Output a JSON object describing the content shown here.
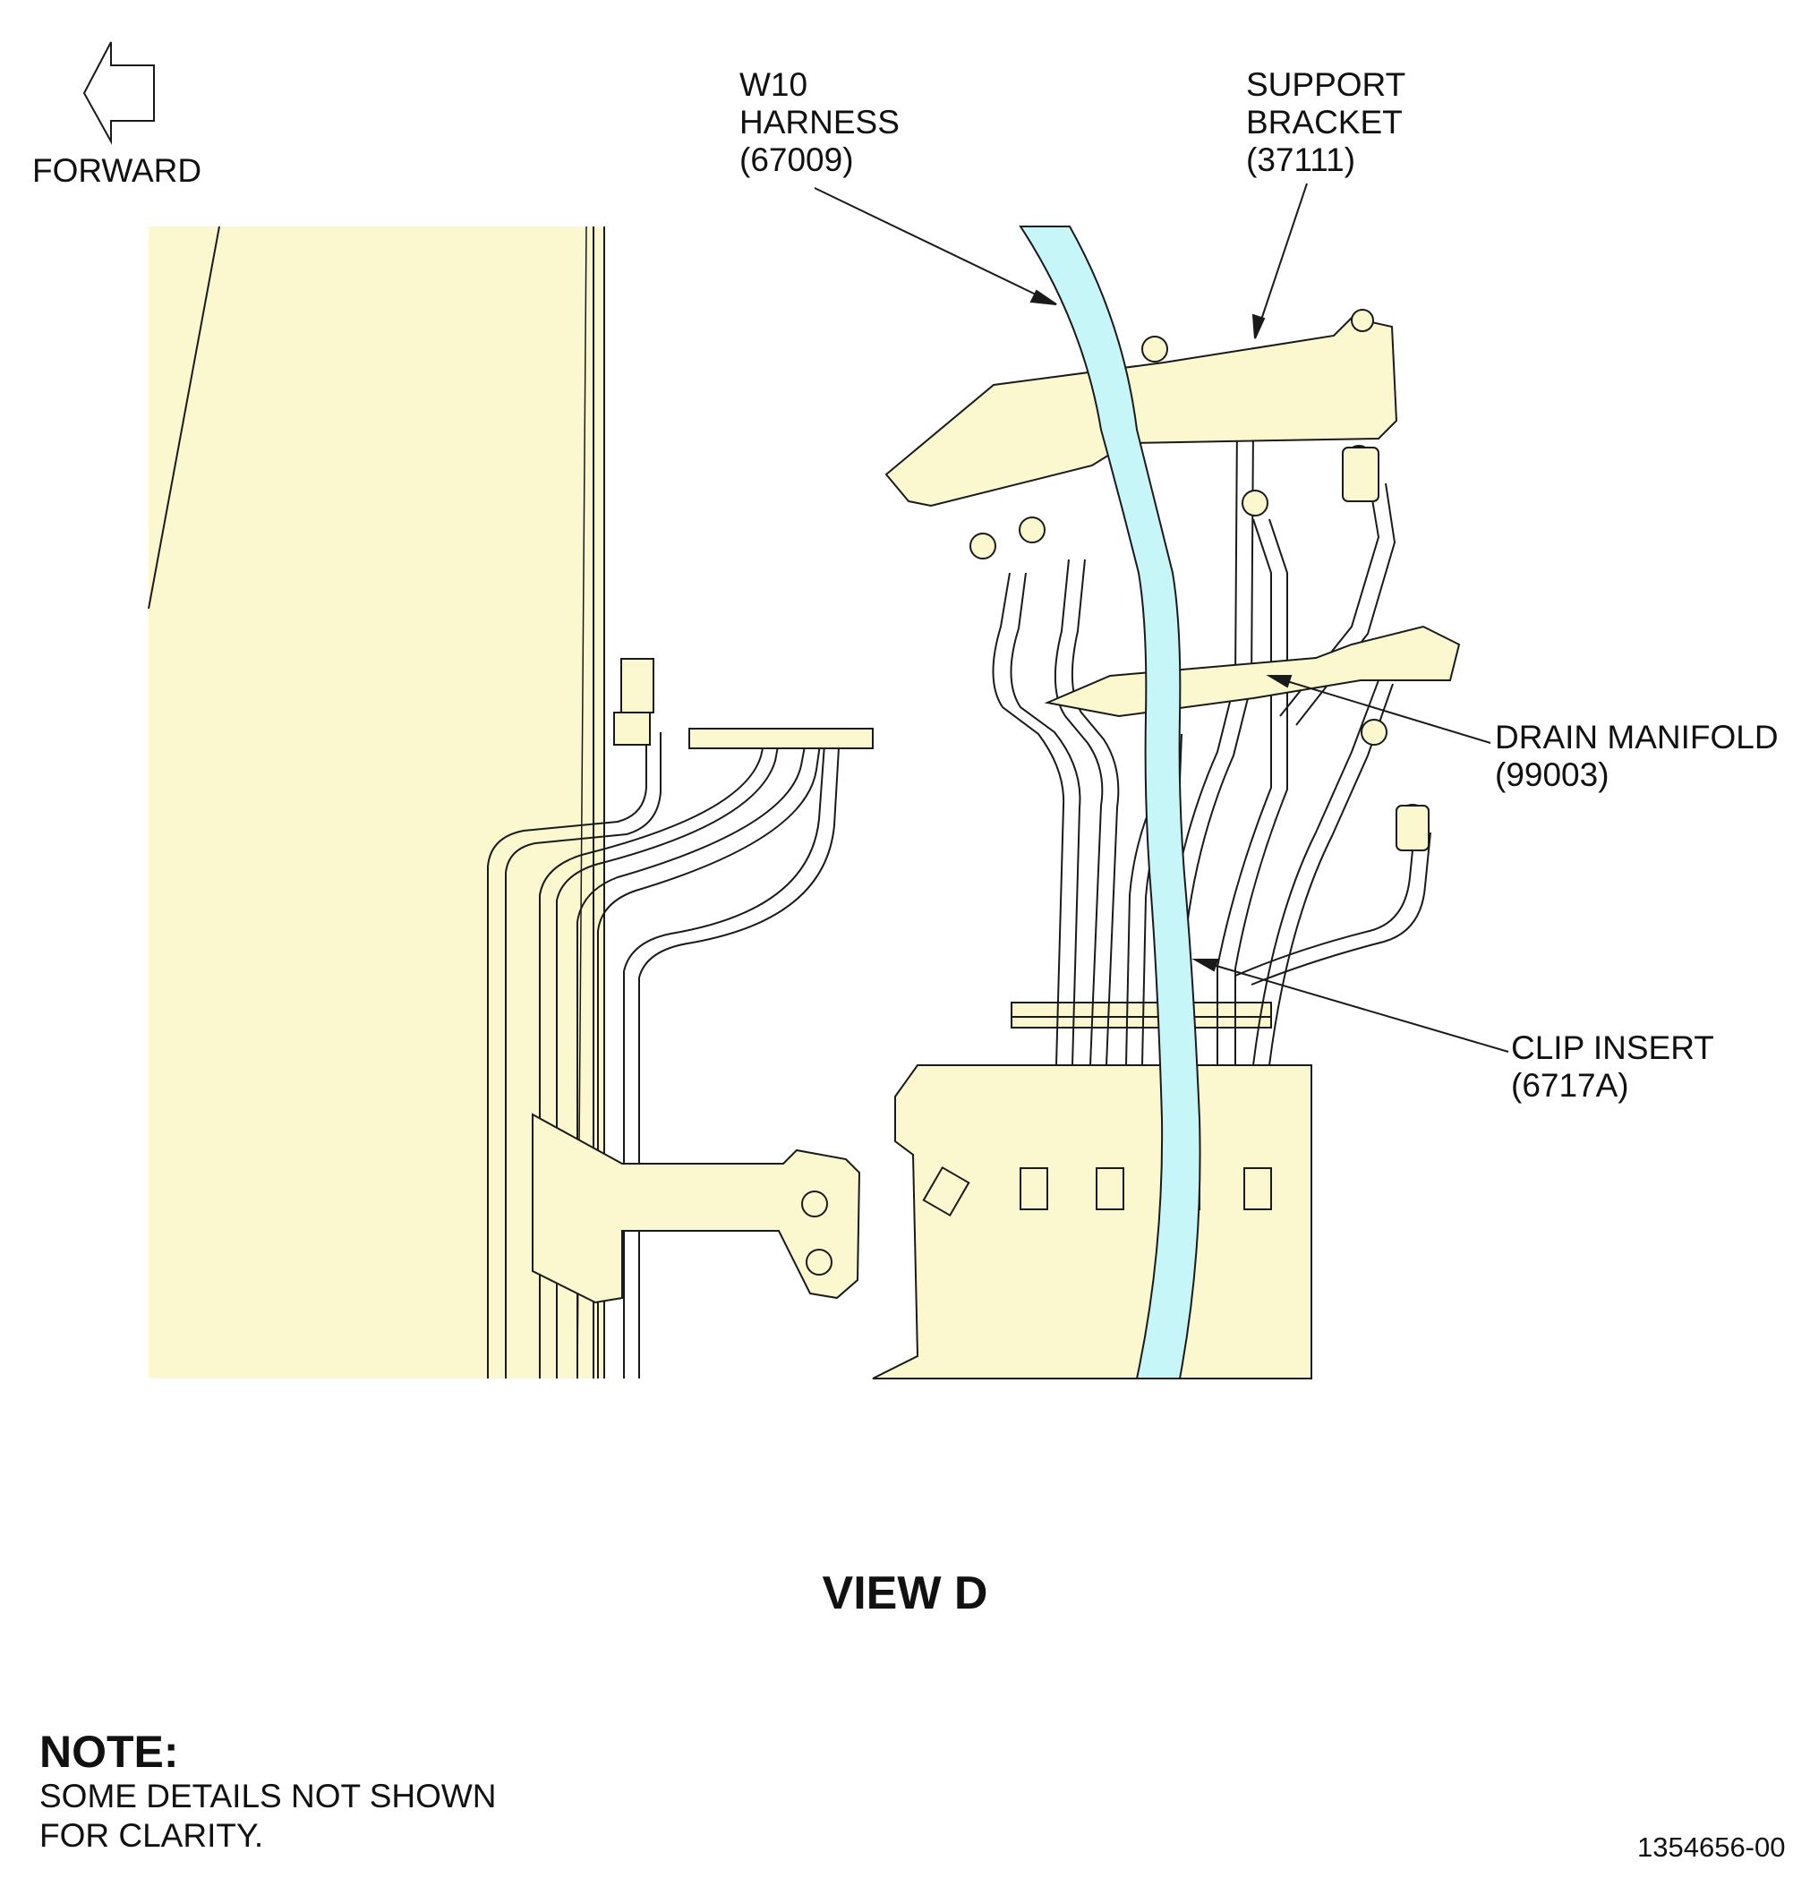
{
  "orientation": {
    "label": "FORWARD",
    "icon": "left-arrow-icon"
  },
  "callouts": {
    "harness": {
      "lines": [
        "W10",
        "HARNESS",
        "(67009)"
      ]
    },
    "support_bracket": {
      "lines": [
        "SUPPORT",
        "BRACKET",
        "(37111)"
      ]
    },
    "drain_manifold": {
      "lines": [
        "DRAIN MANIFOLD",
        "(99003)"
      ]
    },
    "clip_insert": {
      "lines": [
        "CLIP INSERT",
        "(6717A)"
      ]
    }
  },
  "view_title": "VIEW D",
  "note": {
    "heading": "NOTE:",
    "lines": [
      "SOME DETAILS NOT SHOWN",
      "FOR CLARITY."
    ]
  },
  "drawing_number": "1354656-00",
  "colors": {
    "part_fill": "#fbf8d0",
    "harness_fill": "#c6f6f8",
    "line": "#1a1a1a"
  }
}
